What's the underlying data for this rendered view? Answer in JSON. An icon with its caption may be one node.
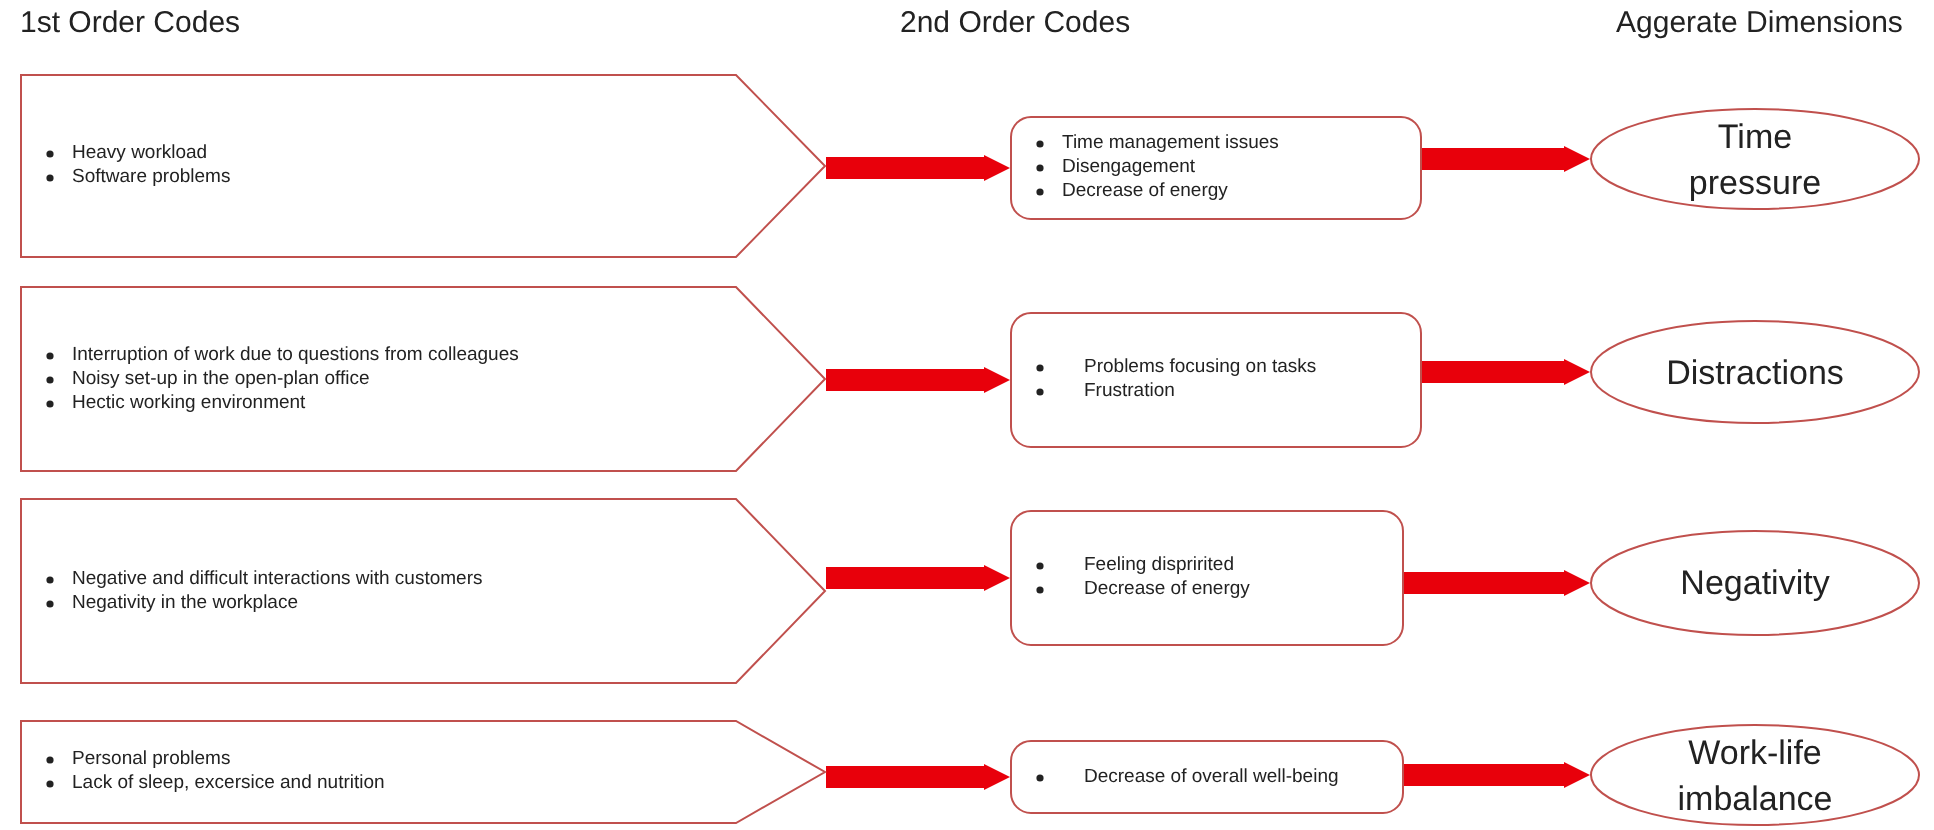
{
  "diagram": {
    "nodes": [
      {
        "text": [
          "Heavy workload",
          "Software problems"
        ]
      },
      {
        "text": [
          "Interruption of work due to questions from colleagues",
          "Noisy set-up in the open-plan office",
          "Hectic working environment"
        ]
      },
      {
        "text": [
          "Negative and difficult interactions with customers",
          "Negativity in the workplace"
        ]
      },
      {
        "text": [
          "Personal problems",
          "Lack of sleep, excersice and nutrition"
        ]
      },
      {
        "text": [
          "Time management issues",
          "Disengagement",
          "Decrease of energy"
        ]
      },
      {
        "text": [
          "Problems focusing on tasks",
          "Frustration"
        ]
      },
      {
        "text": [
          "Feeling dispririted",
          "Decrease of energy"
        ]
      },
      {
        "text": [
          "Decrease of overall well-being"
        ]
      },
      {
        "text": [
          "Time pressure"
        ]
      },
      {
        "text": [
          "Distractions"
        ]
      },
      {
        "text": [
          "Negativity"
        ]
      },
      {
        "text": [
          "Work-life imbalance"
        ]
      }
    ],
    "edges": [
      {
        "from": 0,
        "to": 4,
        "arrow": "to"
      },
      {
        "from": 1,
        "to": 5,
        "arrow": "to"
      },
      {
        "from": 2,
        "to": 6,
        "arrow": "to"
      },
      {
        "from": 3,
        "to": 7,
        "arrow": "to"
      },
      {
        "from": 4,
        "to": 8,
        "arrow": "to"
      },
      {
        "from": 5,
        "to": 9,
        "arrow": "to"
      },
      {
        "from": 6,
        "to": 10,
        "arrow": "to"
      },
      {
        "from": 7,
        "to": 11,
        "arrow": "to"
      }
    ],
    "labels": [
      "1st Order Codes",
      "2nd Order Codes",
      "Aggerate Dimensions"
    ]
  }
}
